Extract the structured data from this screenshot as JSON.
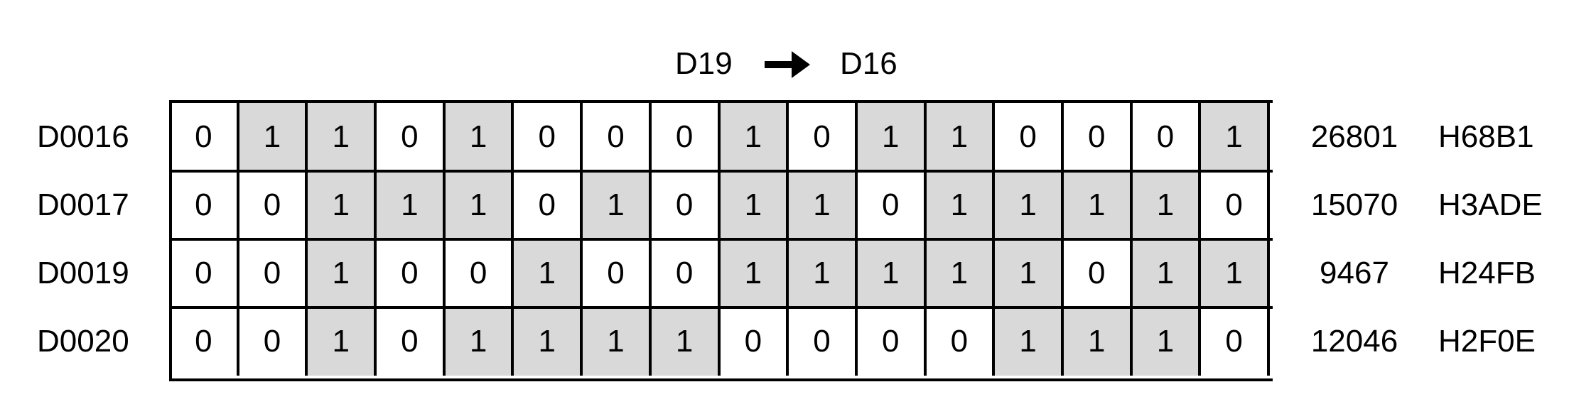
{
  "header": {
    "from_label": "D19",
    "to_label": "D16",
    "arrow_icon": "right-arrow"
  },
  "shade_color": "#d9d9d9",
  "rows": [
    {
      "label": "D0016",
      "bits": [
        0,
        1,
        1,
        0,
        1,
        0,
        0,
        0,
        1,
        0,
        1,
        1,
        0,
        0,
        0,
        1
      ],
      "decimal": "26801",
      "hex": "H68B1"
    },
    {
      "label": "D0017",
      "bits": [
        0,
        0,
        1,
        1,
        1,
        0,
        1,
        0,
        1,
        1,
        0,
        1,
        1,
        1,
        1,
        0
      ],
      "decimal": "15070",
      "hex": "H3ADE"
    },
    {
      "label": "D0019",
      "bits": [
        0,
        0,
        1,
        0,
        0,
        1,
        0,
        0,
        1,
        1,
        1,
        1,
        1,
        0,
        1,
        1
      ],
      "decimal": "9467",
      "hex": "H24FB"
    },
    {
      "label": "D0020",
      "bits": [
        0,
        0,
        1,
        0,
        1,
        1,
        1,
        1,
        0,
        0,
        0,
        0,
        1,
        1,
        1,
        0
      ],
      "decimal": "12046",
      "hex": "H2F0E"
    }
  ]
}
